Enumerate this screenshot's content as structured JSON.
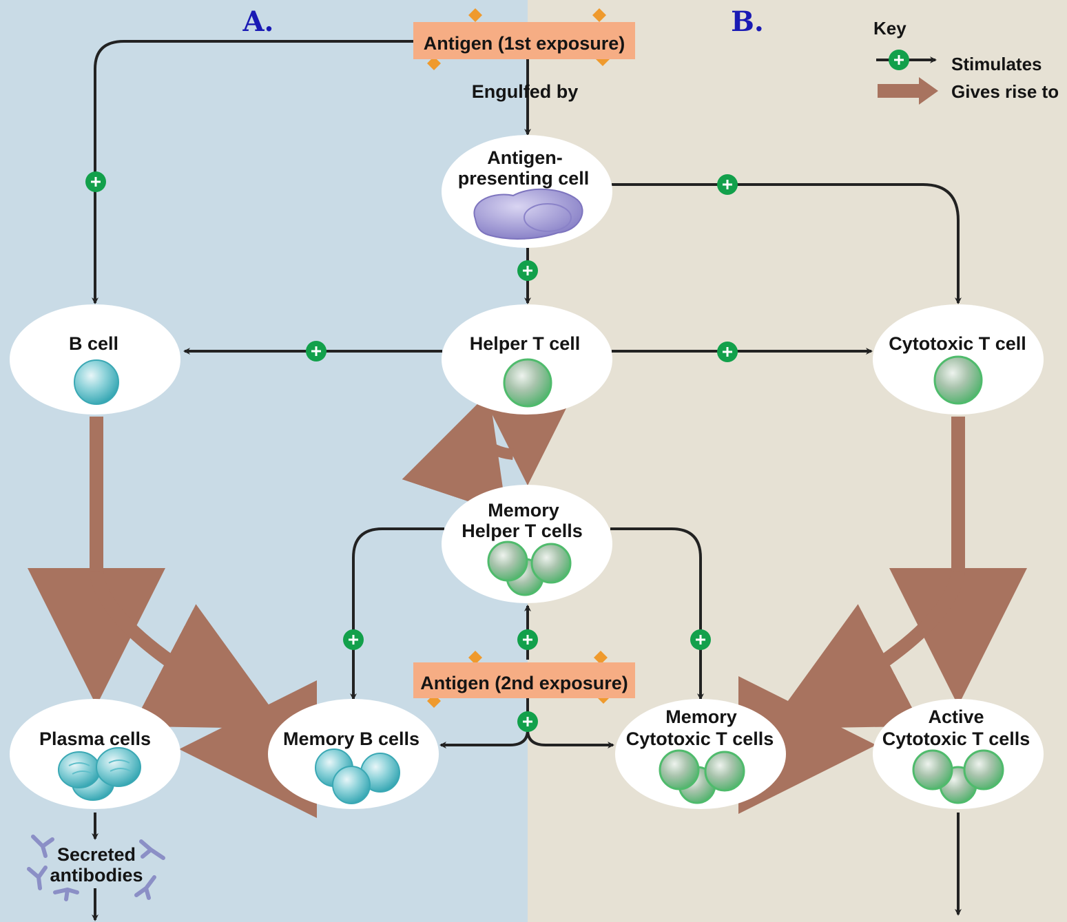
{
  "panels": {
    "left": "A.",
    "right": "B."
  },
  "key": {
    "title": "Key",
    "stimulates": "Stimulates",
    "gives_rise_to": "Gives rise to"
  },
  "antigen_first": "Antigen (1st exposure)",
  "antigen_second": "Antigen (2nd exposure)",
  "engulfed_by": "Engulfed by",
  "apc": {
    "line1": "Antigen-",
    "line2": "presenting cell"
  },
  "helper_t": "Helper T cell",
  "b_cell": "B cell",
  "cytotoxic_t": "Cytotoxic T cell",
  "memory_helper": {
    "line1": "Memory",
    "line2": "Helper T cells"
  },
  "memory_b": "Memory B cells",
  "plasma": "Plasma cells",
  "memory_cytotoxic": {
    "line1": "Memory",
    "line2": "Cytotoxic T cells"
  },
  "active_cytotoxic": {
    "line1": "Active",
    "line2": "Cytotoxic T cells"
  },
  "antibodies": {
    "line1": "Secreted",
    "line2": "antibodies"
  },
  "colors": {
    "panel_a_bg": "#c9dbe6",
    "panel_b_bg": "#e6e1d4",
    "stimulate_arrow": "#222222",
    "gives_rise_arrow": "#a8735f",
    "plus_badge": "#12a04b",
    "antigen_box": "#f6ad84",
    "b_cell": "#4fb9c4",
    "t_cell": "#6dc98a",
    "apc": "#9f98d4",
    "antibody": "#8b8fc6"
  }
}
